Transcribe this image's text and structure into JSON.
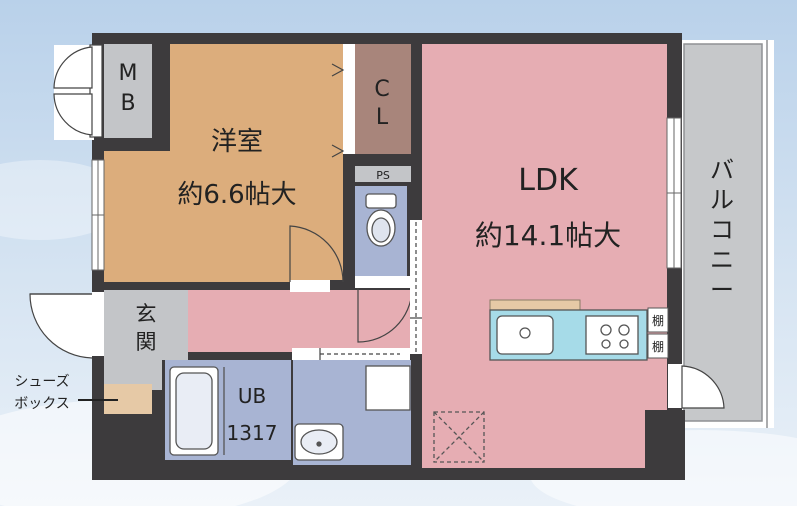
{
  "rooms": {
    "western": {
      "name": "洋室",
      "size": "約6.6帖大"
    },
    "ldk": {
      "name": "LDK",
      "size": "約14.1帖大"
    },
    "mb": {
      "l1": "M",
      "l2": "B"
    },
    "cl": {
      "l1": "C",
      "l2": "L"
    },
    "ps": "PS",
    "entrance": {
      "l1": "玄",
      "l2": "関"
    },
    "ub": {
      "name": "UB",
      "size": "1317"
    },
    "balcony": [
      "バ",
      "ル",
      "コ",
      "ニ",
      "ー"
    ],
    "shelf": [
      "棚",
      "棚"
    ]
  },
  "annotations": {
    "shoe_box": [
      "シューズ",
      "ボックス"
    ]
  },
  "colors": {
    "wall": "#3d3b3d",
    "western_room": "#dcad7c",
    "ldk": "#e6adb3",
    "storage": "#c3c5c8",
    "closet": "#a8857b",
    "toilet_area": "#a8b4d3",
    "shoe_box": "#e6c9a6",
    "counter": "#a6dbe8",
    "balcony": "#c6c8ca",
    "sky": "#c9dcef"
  }
}
